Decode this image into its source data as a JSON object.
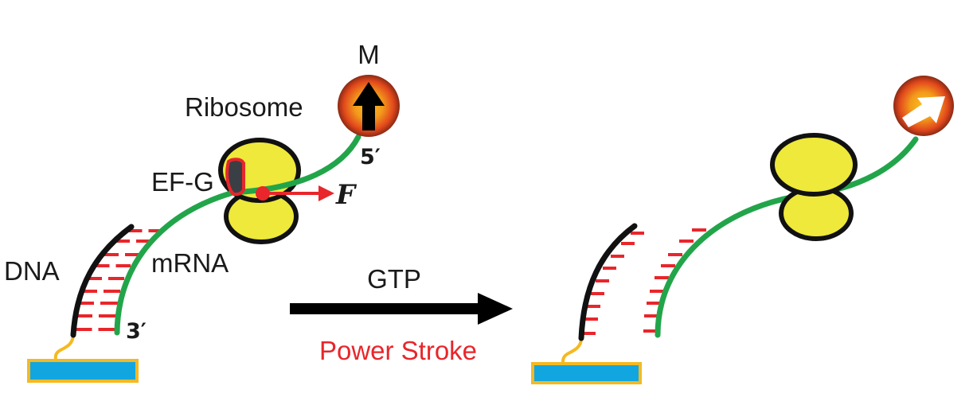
{
  "figure": {
    "title": "Ribosome power stroke unzipping DNA-mRNA hybrid",
    "colors": {
      "mrna": "#22a54a",
      "dna": "#111111",
      "base_pair": "#e8262b",
      "ribosome_fill": "#eee93a",
      "ribosome_outline": "#111111",
      "efg_fill": "#3a3f45",
      "efg_outline": "#e8262b",
      "bead_outer": "#d8341c",
      "bead_inner": "#f7a21a",
      "surface_fill": "#12a6e0",
      "surface_border": "#f5b921",
      "linker": "#f5b921",
      "force_arrow": "#e8262b",
      "process_arrow": "#000000",
      "power_stroke_text": "#e8262b"
    },
    "before_state": {
      "labels": {
        "magnet": "M",
        "ribosome": "Ribosome",
        "efg": "EF-G",
        "five_prime": "5′",
        "three_prime": "3′",
        "force": "F",
        "dna": "DNA",
        "mrna": "mRNA"
      },
      "bead_arrow_icon": "arrow-up",
      "base_pair_count": 9
    },
    "transition": {
      "top_label": "GTP",
      "bottom_label": "Power Stroke"
    },
    "after_state": {
      "bead_arrow_icon": "arrow-up-right",
      "dna_teeth_count": 9,
      "mrna_teeth_count": 9
    }
  }
}
